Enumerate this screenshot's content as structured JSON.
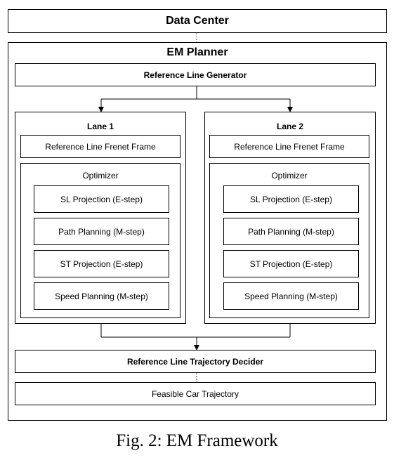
{
  "data_center": "Data Center",
  "em_planner": "EM Planner",
  "reference_line_generator": "Reference Line Generator",
  "lanes": [
    {
      "title": "Lane 1",
      "frame": "Reference Line Frenet Frame",
      "optimizer": "Optimizer",
      "steps": [
        "SL Projection (E-step)",
        "Path Planning (M-step)",
        "ST Projection (E-step)",
        "Speed Planning (M-step)"
      ]
    },
    {
      "title": "Lane 2",
      "frame": "Reference Line Frenet Frame",
      "optimizer": "Optimizer",
      "steps": [
        "SL Projection (E-step)",
        "Path Planning (M-step)",
        "ST Projection (E-step)",
        "Speed Planning (M-step)"
      ]
    }
  ],
  "trajectory_decider": "Reference Line Trajectory Decider",
  "feasible_trajectory": "Feasible Car Trajectory",
  "caption": "Fig. 2: EM Framework"
}
